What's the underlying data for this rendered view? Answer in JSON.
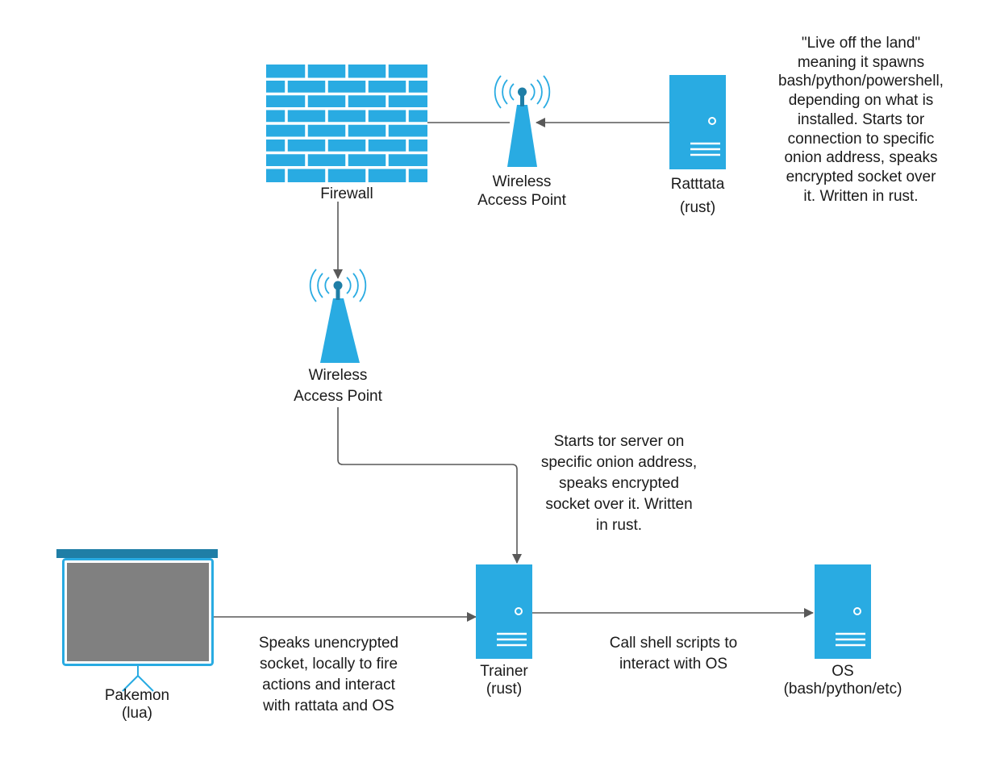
{
  "colors": {
    "accent": "#29abe2",
    "accent_dark": "#1f7ea6",
    "screen": "#808080",
    "connector": "#595959",
    "text": "#1a1a1a"
  },
  "nodes": {
    "firewall": {
      "label": "Firewall",
      "icon": "brick-wall-icon"
    },
    "wap_top": {
      "label": "Wireless\nAccess Point",
      "icon": "antenna-icon"
    },
    "ratttata": {
      "label": "Ratttata\n(rust)",
      "icon": "server-icon"
    },
    "wap_left": {
      "label": "Wireless\nAccess Point",
      "icon": "antenna-icon"
    },
    "pakemon": {
      "label": "Pakemon\n(lua)",
      "icon": "projector-screen-icon"
    },
    "trainer": {
      "label": "Trainer\n(rust)",
      "icon": "server-icon"
    },
    "os": {
      "label": "OS\n(bash/python/etc)",
      "icon": "server-icon"
    }
  },
  "notes": {
    "ratttata_note": "\"Live off the land\"\nmeaning it spawns\nbash/python/powershell,\ndepending on what is\ninstalled. Starts tor\nconnection to specific\nonion address, speaks\nencrypted socket over\nit. Written in rust.",
    "trainer_note": "Starts tor server on\nspecific onion address,\nspeaks encrypted\nsocket over it. Written\nin rust.",
    "pakemon_trainer_note": "Speaks unencrypted\nsocket, locally to fire\nactions and interact\nwith rattata and OS",
    "trainer_os_note": "Call shell scripts to\ninteract with OS"
  }
}
